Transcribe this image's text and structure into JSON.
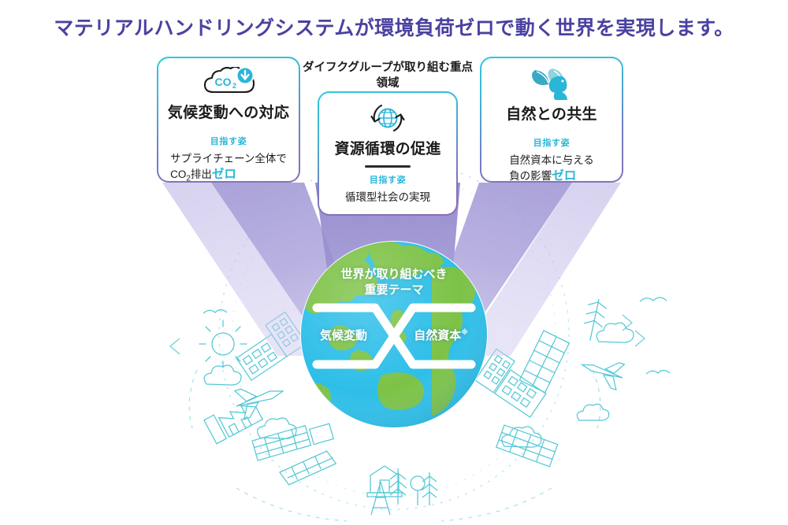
{
  "title": "マテリアルハンドリングシステムが環境負荷ゼロで動く世界を実現します。",
  "center_heading": "ダイフクグループが取り組む重点領域",
  "colors": {
    "title": "#4a42a0",
    "accent_cyan": "#2ab6d9",
    "beam_purple": "#8f85c8",
    "globe_ocean": "#29bde8",
    "globe_land": "#7ac143",
    "lineart": "#4cc6d4"
  },
  "cards": [
    {
      "id": "climate",
      "icon": "co2-cloud-down-arrow-icon",
      "title": "気候変動への対応",
      "kicker": "目指す姿",
      "body_line1": "サプライチェーン全体で",
      "body_line2_prefix": "CO",
      "body_line2_sub": "2",
      "body_line2_mid": "排出",
      "body_line2_zero": "ゼロ"
    },
    {
      "id": "resource",
      "icon": "globe-recycle-arrows-icon",
      "title": "資源循環の促進",
      "kicker": "目指す姿",
      "body_line1": "循環型社会の実現",
      "body_line2_prefix": "",
      "body_line2_sub": "",
      "body_line2_mid": "",
      "body_line2_zero": ""
    },
    {
      "id": "nature",
      "icon": "squirrel-leaves-icon",
      "title": "自然との共生",
      "kicker": "目指す姿",
      "body_line1": "自然資本に与える",
      "body_line2_prefix": "",
      "body_line2_sub": "",
      "body_line2_mid": "負の影響",
      "body_line2_zero": "ゼロ"
    }
  ],
  "globe": {
    "headline_line1": "世界が取り組むべき",
    "headline_line2": "重要テーマ",
    "left_theme": "気候変動",
    "right_theme": "自然資本",
    "right_theme_mark": "※"
  }
}
